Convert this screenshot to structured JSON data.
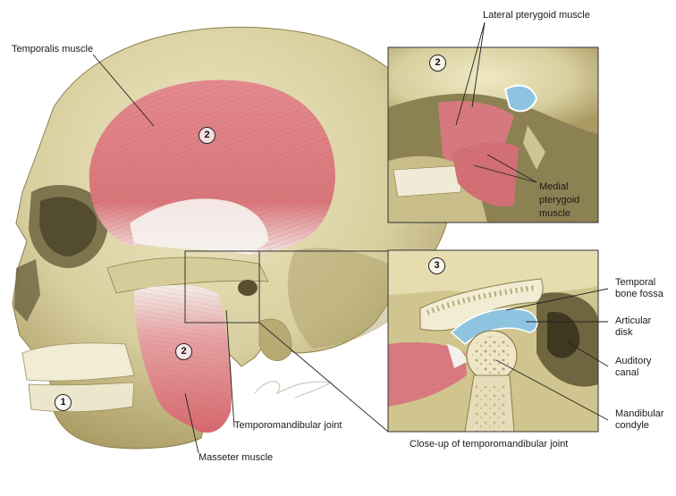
{
  "labels": {
    "temporalis": "Temporalis muscle",
    "masseter": "Masseter muscle",
    "tmj": "Temporomandibular joint",
    "lateral_pterygoid": "Lateral pterygoid muscle",
    "medial_pterygoid_1": "Medial",
    "medial_pterygoid_2": "pterygoid",
    "medial_pterygoid_3": "muscle",
    "temporal_fossa_1": "Temporal",
    "temporal_fossa_2": "bone fossa",
    "articular_disk_1": "Articular",
    "articular_disk_2": "disk",
    "auditory_canal_1": "Auditory",
    "auditory_canal_2": "canal",
    "mandibular_condyle_1": "Mandibular",
    "mandibular_condyle_2": "condyle",
    "closeup_caption": "Close-up of temporomandibular joint"
  },
  "markers": {
    "temporalis_num": "2",
    "masseter_num": "2",
    "teeth_num": "1",
    "inset_pterygoid_num": "2",
    "inset_joint_num": "3"
  },
  "colors": {
    "bone": "#d9d0a0",
    "bone_shadow": "#a89a63",
    "muscle": "#d9767a",
    "tendon": "#f2f2f0",
    "disk": "#8fc4e0"
  }
}
